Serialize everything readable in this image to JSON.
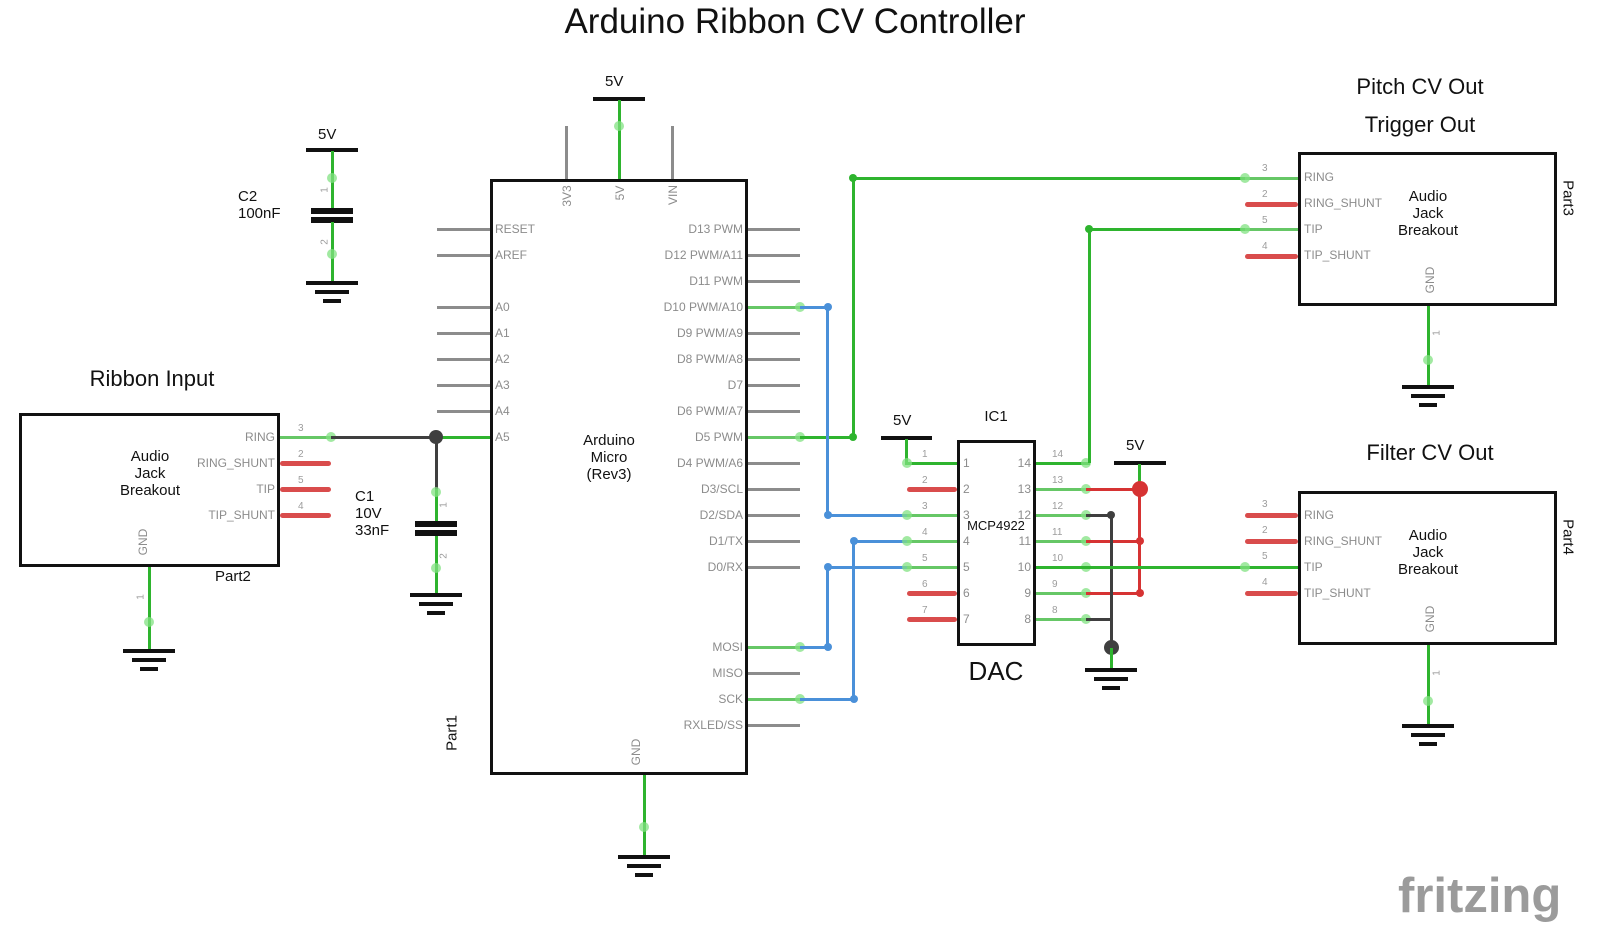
{
  "title": "Arduino Ribbon CV Controller",
  "watermark": "fritzing",
  "colors": {
    "wire_green": "#2eb42e",
    "wire_blue": "#4a90d9",
    "wire_red": "#d63333",
    "wire_black": "#3f3f3f",
    "stub_gray": "#8c8c8c",
    "stub_red": "#d94c4c"
  },
  "power": {
    "v5": "5V"
  },
  "jack": {
    "body": [
      "Audio",
      "Jack",
      "Breakout"
    ],
    "labels": [
      "RING",
      "RING_SHUNT",
      "TIP",
      "TIP_SHUNT"
    ],
    "nums": [
      "3",
      "2",
      "5",
      "4"
    ],
    "gnd": "GND",
    "gnd_num": "1"
  },
  "ribbon_input": {
    "title": "Ribbon Input",
    "part": "Part2"
  },
  "pitch_out": {
    "title1": "Pitch CV Out",
    "title2": "Trigger Out",
    "part": "Part3"
  },
  "filter_out": {
    "title": "Filter CV Out",
    "part": "Part4"
  },
  "arduino": {
    "body": [
      "Arduino",
      "Micro",
      "(Rev3)"
    ],
    "part": "Part1",
    "gnd": "GND",
    "top_pins": [
      "3V3",
      "5V",
      "VIN"
    ],
    "left_pins": [
      "RESET",
      "AREF",
      "A0",
      "A1",
      "A2",
      "A3",
      "A4",
      "A5"
    ],
    "right_pins": [
      "D13 PWM",
      "D12 PWM/A11",
      "D11 PWM",
      "D10 PWM/A10",
      "D9 PWM/A9",
      "D8 PWM/A8",
      "D7",
      "D6 PWM/A7",
      "D5 PWM",
      "D4 PWM/A6",
      "D3/SCL",
      "D2/SDA",
      "D1/TX",
      "D0/RX"
    ],
    "right_pins_lower": [
      "MOSI",
      "MISO",
      "SCK",
      "RXLED/SS"
    ]
  },
  "dac": {
    "ref": "IC1",
    "chip": "MCP4922",
    "name": "DAC",
    "left_nums": [
      "1",
      "2",
      "3",
      "4",
      "5",
      "6",
      "7"
    ],
    "right_nums": [
      "14",
      "13",
      "12",
      "11",
      "10",
      "9",
      "8"
    ]
  },
  "c1": {
    "l1": "C1",
    "l2": "10V",
    "l3": "33nF",
    "p1": "1",
    "p2": "2"
  },
  "c2": {
    "l1": "C2",
    "l2": "100nF",
    "p1": "1",
    "p2": "2"
  }
}
